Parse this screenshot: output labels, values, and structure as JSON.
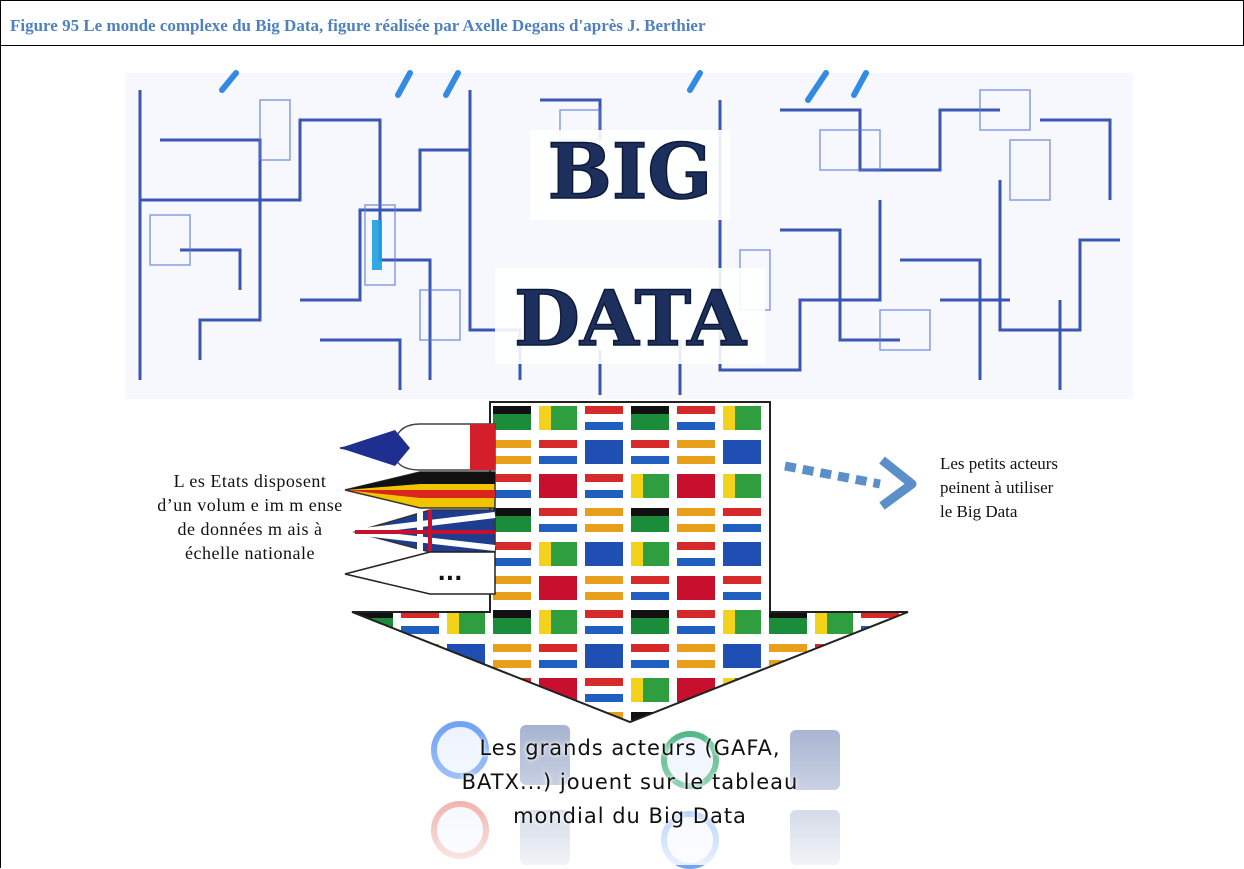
{
  "caption": "Figure 95 Le monde complexe du Big Data, figure réalisée par Axelle Degans d'après J. Berthier",
  "banner": {
    "line1": "BIG",
    "line2": "DATA"
  },
  "left_note": {
    "lines": [
      "L es Etats disposent",
      "d’un volum e im m ense",
      "de données m ais à",
      "échelle nationale"
    ]
  },
  "left_arrows": {
    "ellipsis_label": "..."
  },
  "right_note": {
    "lines": [
      "Les petits acteurs",
      "peinent à utiliser",
      "le Big Data"
    ]
  },
  "bottom_note": {
    "lines": [
      "Les grands acteurs (GAFA,",
      "BATX...) jouent sur le tableau",
      "mondial du Big Data"
    ]
  },
  "colors": {
    "caption": "#4f81bd",
    "title_navy": "#1d2f5c",
    "circuit_blue": "#1a3aa8",
    "dotted_arrow": "#5b8fc9"
  }
}
